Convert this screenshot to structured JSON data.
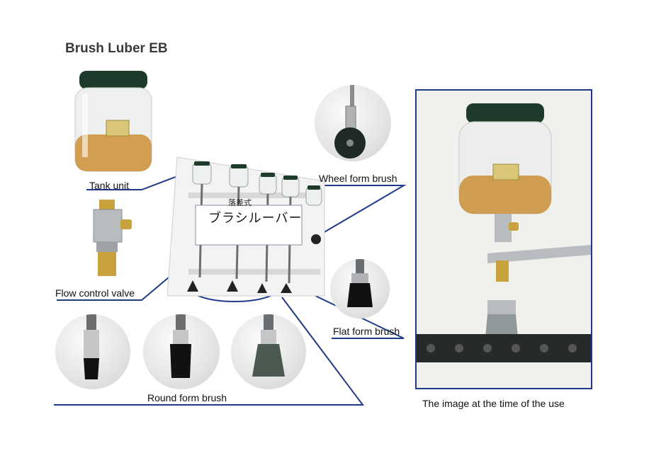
{
  "title": "Brush Luber EB",
  "labels": {
    "tank_unit": "Tank unit",
    "flow_control_valve": "Flow control valve",
    "wheel_form_brush": "Wheel form brush",
    "flat_form_brush": "Flat form brush",
    "round_form_brush": "Round form brush",
    "image_caption": "The image at the time of the use"
  },
  "board_text": {
    "line1": "落差式",
    "line2": "ブラシルーバー"
  },
  "colors": {
    "accent_line": "#1f3a8a",
    "oil": "#c98a2a",
    "cap": "#1e3a2a"
  }
}
